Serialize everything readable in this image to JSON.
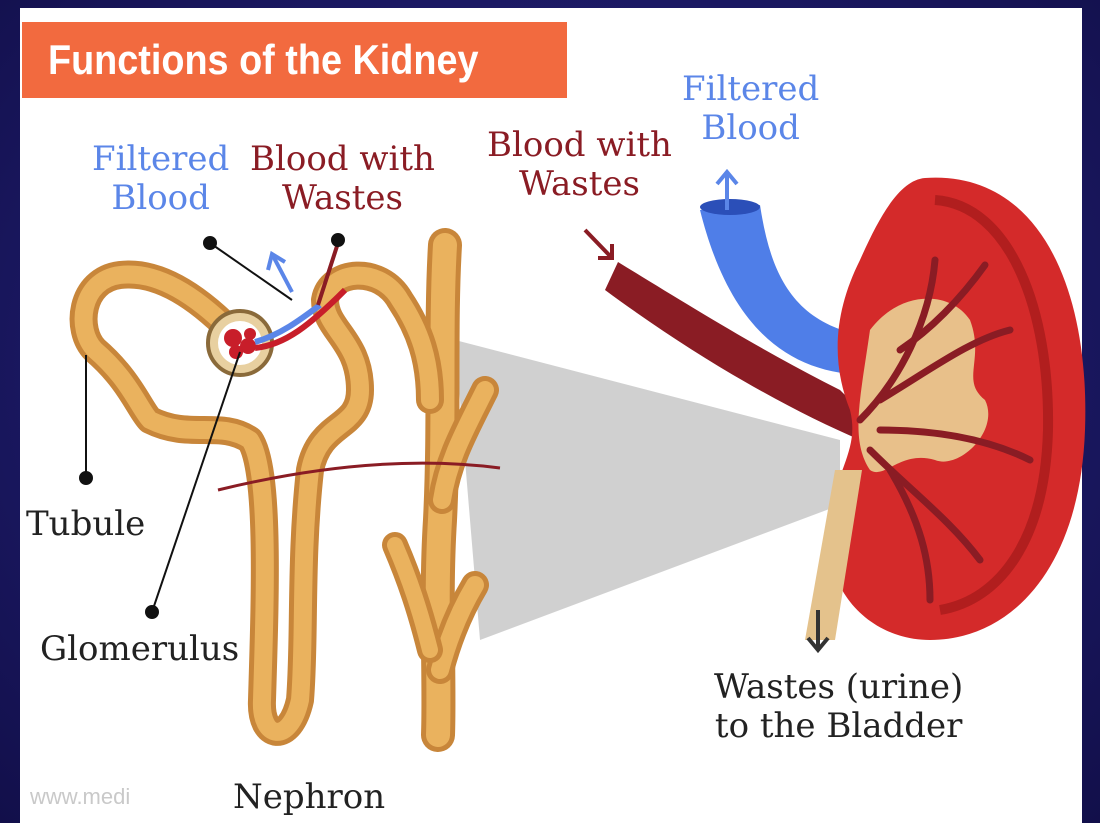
{
  "title": "Functions of the Kidney",
  "labels": {
    "nephron_filtered_blood": [
      "Filtered",
      "Blood"
    ],
    "nephron_blood_with_wastes": [
      "Blood with",
      "Wastes"
    ],
    "kidney_blood_with_wastes": [
      "Blood with",
      "Wastes"
    ],
    "kidney_filtered_blood": [
      "Filtered",
      "Blood"
    ],
    "tubule": "Tubule",
    "glomerulus": "Glomerulus",
    "nephron": "Nephron",
    "wastes_to_bladder": [
      "Wastes (urine)",
      "to the Bladder"
    ]
  },
  "watermark": "www.medi",
  "colors": {
    "background": "#1c1a66",
    "banner": "#f26a3f",
    "filtered_blood": "#5b86e8",
    "blood_with_wastes": "#8a1c24",
    "kidney": "#d42a2a",
    "tubule": "#e6a54a",
    "ureter": "#e4c28c"
  },
  "icons": [
    "arrow-up-icon",
    "arrow-down-icon",
    "pointer-dot-icon"
  ]
}
